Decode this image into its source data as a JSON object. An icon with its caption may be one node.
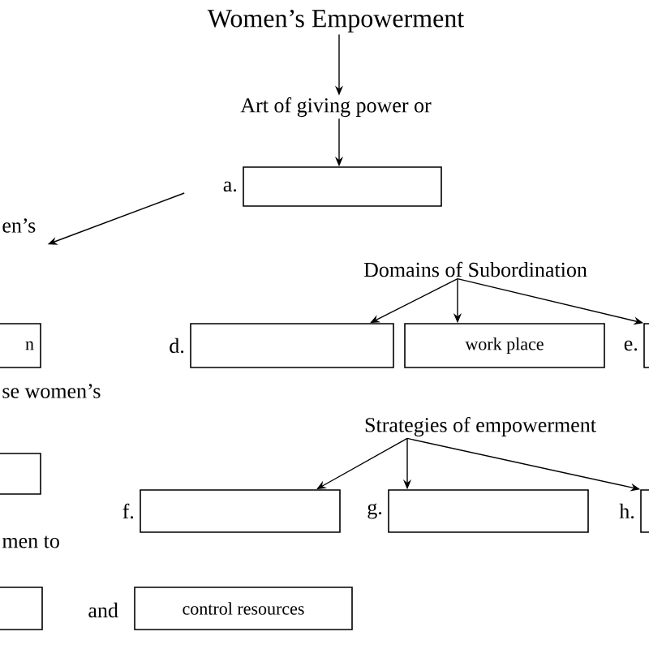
{
  "diagram": {
    "nodes": [
      {
        "text": [
          "Women’s Empowerment"
        ]
      },
      {
        "text": [
          "Art of giving power or"
        ]
      },
      {
        "text": [],
        "shape": "box",
        "beside": [
          "a."
        ]
      },
      {
        "text": [
          "en’s"
        ]
      },
      {
        "text": [
          "Domains of Subordination"
        ]
      },
      {
        "text": [
          "n"
        ]
      },
      {
        "text": [],
        "shape": "box",
        "beside": [
          "d."
        ]
      },
      {
        "text": [
          "work place"
        ]
      },
      {
        "text": [],
        "shape": "box",
        "beside": [
          "e."
        ]
      },
      {
        "text": [
          "Strategies of empowerment"
        ]
      },
      {
        "text": [],
        "shape": "box"
      },
      {
        "text": [],
        "shape": "box",
        "beside": [
          "f."
        ]
      },
      {
        "text": [],
        "shape": "box",
        "beside": [
          "g."
        ]
      },
      {
        "text": [],
        "shape": "box",
        "beside": [
          "h."
        ]
      },
      {
        "text": [],
        "shape": "box"
      },
      {
        "text": [
          "control resources"
        ]
      }
    ],
    "edges": [
      {
        "from": 0,
        "to": 1,
        "arrow": "to"
      },
      {
        "from": 1,
        "to": 2,
        "arrow": "to"
      },
      {
        "from": 2,
        "to": 3,
        "arrow": "to"
      },
      {
        "from": 4,
        "to": 6,
        "arrow": "to"
      },
      {
        "from": 4,
        "to": 7,
        "arrow": "to"
      },
      {
        "from": 4,
        "to": 8,
        "arrow": "to"
      },
      {
        "from": 9,
        "to": 11,
        "arrow": "to"
      },
      {
        "from": 9,
        "to": 12,
        "arrow": "to"
      },
      {
        "from": 9,
        "to": 13,
        "arrow": "to"
      }
    ],
    "labels": [
      "se women’s",
      "men to",
      "and"
    ]
  }
}
